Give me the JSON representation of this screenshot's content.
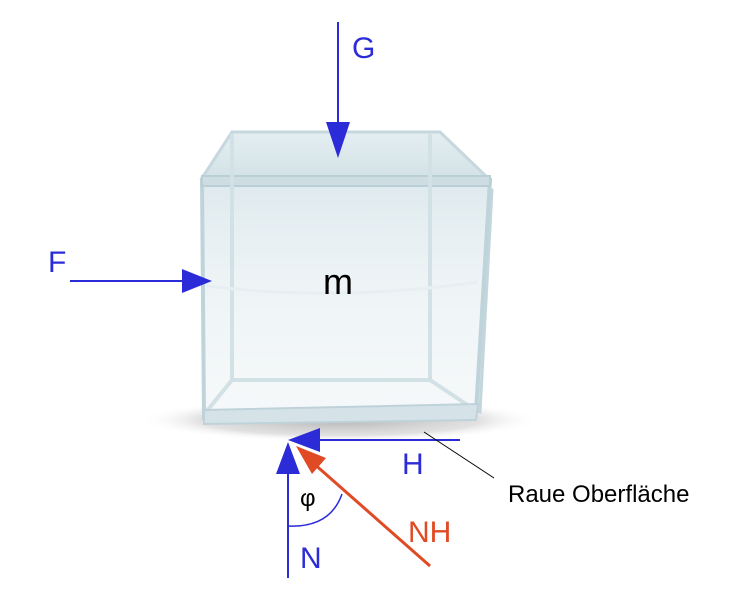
{
  "labels": {
    "gravity": "G",
    "force": "F",
    "mass": "m",
    "horizontal": "H",
    "normal": "N",
    "resultant": "NH",
    "angle": "φ",
    "surface": "Raue Oberfläche"
  },
  "colors": {
    "force_arrows": "#2b2bd8",
    "resultant_arrow": "#e04a24",
    "cube_edge": "#bcd3da",
    "cube_face": "#e9f2f4",
    "shadow": "#c8c8c8"
  }
}
